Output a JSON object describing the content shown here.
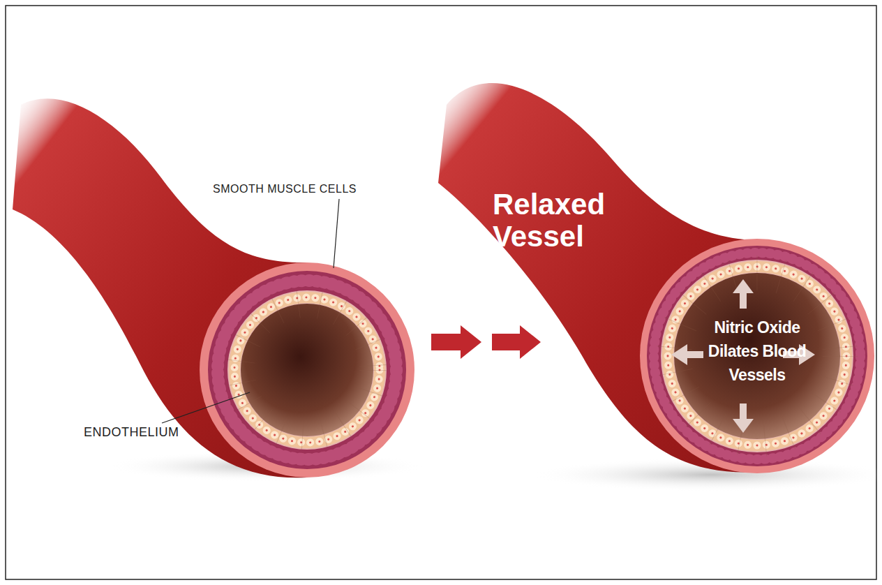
{
  "diagram": {
    "labels": [
      "SMOOTH MUSCLE CELLS",
      "ENDOTHELIUM",
      "Relaxed Vessel",
      "Nitric Oxide Dilates Blood Vessels"
    ]
  }
}
